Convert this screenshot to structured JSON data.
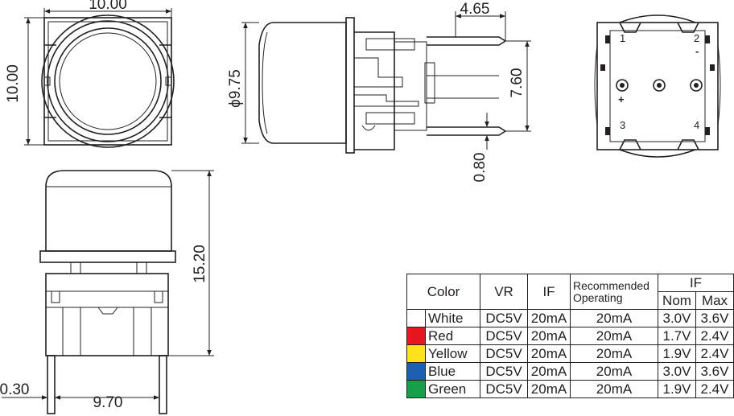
{
  "dimensions": {
    "front_width": "10.00",
    "front_height": "10.00",
    "side_diameter": "ϕ9.75",
    "pin_length": "4.65",
    "pin_spacing": "7.60",
    "pin_thickness": "0.80",
    "body_height": "15.20",
    "pin_offset": "0.30",
    "pin_span": "9.70"
  },
  "pin_labels": {
    "p1": "1",
    "p2": "2",
    "p3": "3",
    "p4": "4",
    "plus": "+",
    "minus": "-"
  },
  "table": {
    "headers": {
      "color": "Color",
      "vr": "VR",
      "if": "IF",
      "recommended": "Recommended",
      "operating": "Operating",
      "if_group": "IF",
      "nom": "Nom",
      "max": "Max"
    },
    "rows": [
      {
        "swatch": "#ffffff",
        "name": "White",
        "vr": "DC5V",
        "if": "20mA",
        "rec": "20mA",
        "nom": "3.0V",
        "max": "3.6V"
      },
      {
        "swatch": "#e8161d",
        "name": "Red",
        "vr": "DC5V",
        "if": "20mA",
        "rec": "20mA",
        "nom": "1.7V",
        "max": "2.4V"
      },
      {
        "swatch": "#fde21c",
        "name": "Yellow",
        "vr": "DC5V",
        "if": "20mA",
        "rec": "20mA",
        "nom": "1.9V",
        "max": "2.4V"
      },
      {
        "swatch": "#1d5fb0",
        "name": "Blue",
        "vr": "DC5V",
        "if": "20mA",
        "rec": "20mA",
        "nom": "3.0V",
        "max": "3.6V"
      },
      {
        "swatch": "#16a04a",
        "name": "Green",
        "vr": "DC5V",
        "if": "20mA",
        "rec": "20mA",
        "nom": "1.9V",
        "max": "2.4V"
      }
    ]
  }
}
